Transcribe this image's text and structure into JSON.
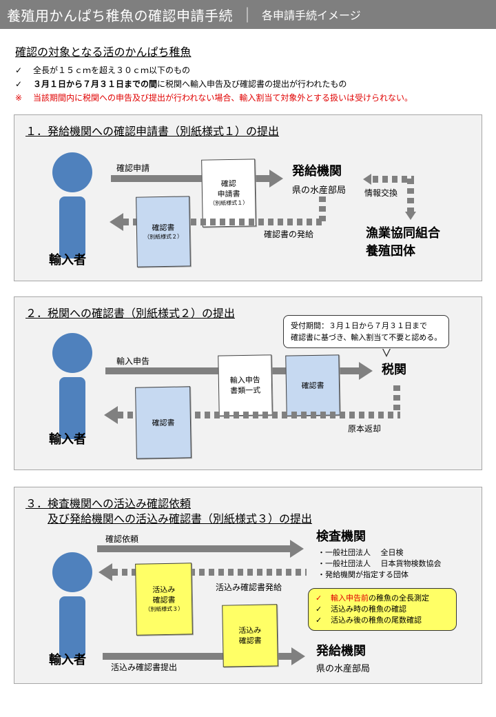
{
  "header": {
    "title": "養殖用かんぱち稚魚の確認申請手続",
    "separator": "｜",
    "subtitle": "各申請手続イメージ"
  },
  "intro": {
    "heading": "確認の対象となる活のかんぱち稚魚",
    "check_mark": "✓",
    "item1": "全長が１５ｃｍを超え３０ｃｍ以下のもの",
    "item2_bold": "３月１日から７月３１日までの間",
    "item2_rest": "に税関へ輸入申告及び確認書の提出が行われたもの",
    "note_mark": "※",
    "note": "当該期間内に税関への申告及び提出が行われない場合、輸入割当て対象外とする扱いは受けられない。"
  },
  "panel1": {
    "title": "１．発給機関への確認申請書（別紙様式１）の提出",
    "person": "輸入者",
    "arrow_top": "確認申請",
    "doc_white_l1": "確認",
    "doc_white_l2": "申請書",
    "doc_white_small": "（別紙様式１）",
    "doc_blue_l1": "確認書",
    "doc_blue_small": "（別紙様式２）",
    "issuer": "発給機関",
    "issuer_sub": "県の水産部局",
    "info_exchange": "情報交換",
    "arrow_bottom": "確認書の発給",
    "org1": "漁業協同組合",
    "org2": "養殖団体"
  },
  "panel2": {
    "title": "２．税関への確認書（別紙様式２）の提出",
    "person": "輸入者",
    "bubble_l1": "受付期間：３月１日から７月３１日まで",
    "bubble_l2": "確認書に基づき、輸入割当て不要と認める。",
    "arrow_top": "輸入申告",
    "doc_white_l1": "輸入申告",
    "doc_white_l2": "書類一式",
    "doc_blue_top": "確認書",
    "customs": "税関",
    "doc_blue_bottom": "確認書",
    "return": "原本返却"
  },
  "panel3": {
    "title_l1": "３．検査機関への活込み確認依頼",
    "title_l2": "及び発給機関への活込み確認書（別紙様式３）の提出",
    "person": "輸入者",
    "arrow_top": "確認依頼",
    "inspector": "検査機関",
    "insp_item1": "・一般社団法人　 全日検",
    "insp_item2": "・一般社団法人　 日本貨物検数協会",
    "insp_item3": "・発給機関が指定する団体",
    "arrow_mid": "活込み確認書発給",
    "doc_y1_l1": "活込み",
    "doc_y1_l2": "確認書",
    "doc_y1_small": "（別紙様式３）",
    "check_mark": "✓",
    "check1_red": "輸入申告前",
    "check1_rest": "の稚魚の全長測定",
    "check2": "活込み時の稚魚の確認",
    "check3": "活込み後の稚魚の尾数確認",
    "doc_y2_l1": "活込み",
    "doc_y2_l2": "確認書",
    "issuer": "発給機関",
    "issuer_sub": "県の水産部局",
    "arrow_bottom": "活込み確認書提出"
  },
  "colors": {
    "header_bg": "#7f7f7f",
    "person": "#4f81bd",
    "doc_blue": "#c6d9f1",
    "doc_yellow": "#ffff66",
    "note_red": "#e00000",
    "arrow": "#808080"
  }
}
